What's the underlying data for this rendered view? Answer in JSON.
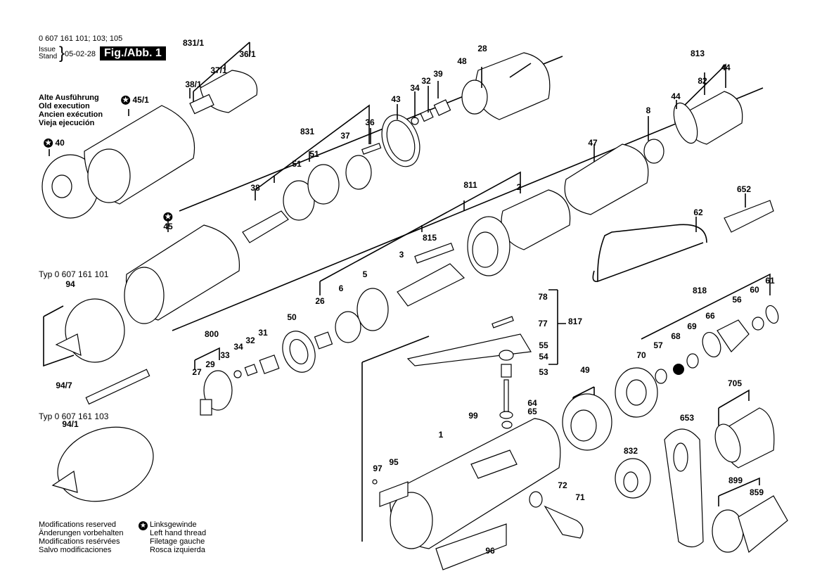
{
  "header": {
    "part_numbers": "0 607 161 101; 103; 105",
    "issue_label": "Issue",
    "stand_label": "Stand",
    "issue_date": "05-02-28",
    "figure_label": "Fig./Abb. 1"
  },
  "old_execution_note": {
    "lines": [
      "Alte Ausführung",
      "Old execution",
      "Ancien exécution",
      "Vieja ejecución"
    ]
  },
  "type_labels": {
    "type_101": "Typ 0 607 161 101",
    "type_103": "Typ 0 607 161 103"
  },
  "footer": {
    "modifications": [
      "Modifications reserved",
      "Änderungen vorbehalten",
      "Modifications resérvées",
      "Salvo modificaciones"
    ],
    "left_hand_thread": [
      "Linksgewinde",
      "Left hand thread",
      "Filetage gauche",
      "Rosca izquierda"
    ],
    "left_hand_icon": "star-circle-icon"
  },
  "part_labels": [
    {
      "id": "831/1"
    },
    {
      "id": "36/1"
    },
    {
      "id": "37/1"
    },
    {
      "id": "38/1"
    },
    {
      "id": "45/1",
      "left_hand_thread": true
    },
    {
      "id": "40",
      "left_hand_thread": true
    },
    {
      "id": "28"
    },
    {
      "id": "48"
    },
    {
      "id": "39"
    },
    {
      "id": "32"
    },
    {
      "id": "34"
    },
    {
      "id": "43"
    },
    {
      "id": "36"
    },
    {
      "id": "831"
    },
    {
      "id": "37"
    },
    {
      "id": "51"
    },
    {
      "id": "51"
    },
    {
      "id": "38"
    },
    {
      "id": "45",
      "left_hand_thread": true
    },
    {
      "id": "813"
    },
    {
      "id": "44"
    },
    {
      "id": "82"
    },
    {
      "id": "44"
    },
    {
      "id": "8"
    },
    {
      "id": "47"
    },
    {
      "id": "811"
    },
    {
      "id": "2"
    },
    {
      "id": "815"
    },
    {
      "id": "3"
    },
    {
      "id": "5"
    },
    {
      "id": "6"
    },
    {
      "id": "26"
    },
    {
      "id": "652"
    },
    {
      "id": "62"
    },
    {
      "id": "94"
    },
    {
      "id": "94/7"
    },
    {
      "id": "94/1"
    },
    {
      "id": "800"
    },
    {
      "id": "27"
    },
    {
      "id": "29"
    },
    {
      "id": "33"
    },
    {
      "id": "34"
    },
    {
      "id": "32"
    },
    {
      "id": "31"
    },
    {
      "id": "50"
    },
    {
      "id": "78"
    },
    {
      "id": "77"
    },
    {
      "id": "817"
    },
    {
      "id": "55"
    },
    {
      "id": "54"
    },
    {
      "id": "53"
    },
    {
      "id": "64"
    },
    {
      "id": "65"
    },
    {
      "id": "818"
    },
    {
      "id": "70"
    },
    {
      "id": "57"
    },
    {
      "id": "68"
    },
    {
      "id": "69"
    },
    {
      "id": "66"
    },
    {
      "id": "56"
    },
    {
      "id": "60"
    },
    {
      "id": "61"
    },
    {
      "id": "49"
    },
    {
      "id": "705"
    },
    {
      "id": "653"
    },
    {
      "id": "832"
    },
    {
      "id": "899"
    },
    {
      "id": "859"
    },
    {
      "id": "1"
    },
    {
      "id": "99"
    },
    {
      "id": "95"
    },
    {
      "id": "97"
    },
    {
      "id": "96"
    },
    {
      "id": "72"
    },
    {
      "id": "71"
    }
  ]
}
